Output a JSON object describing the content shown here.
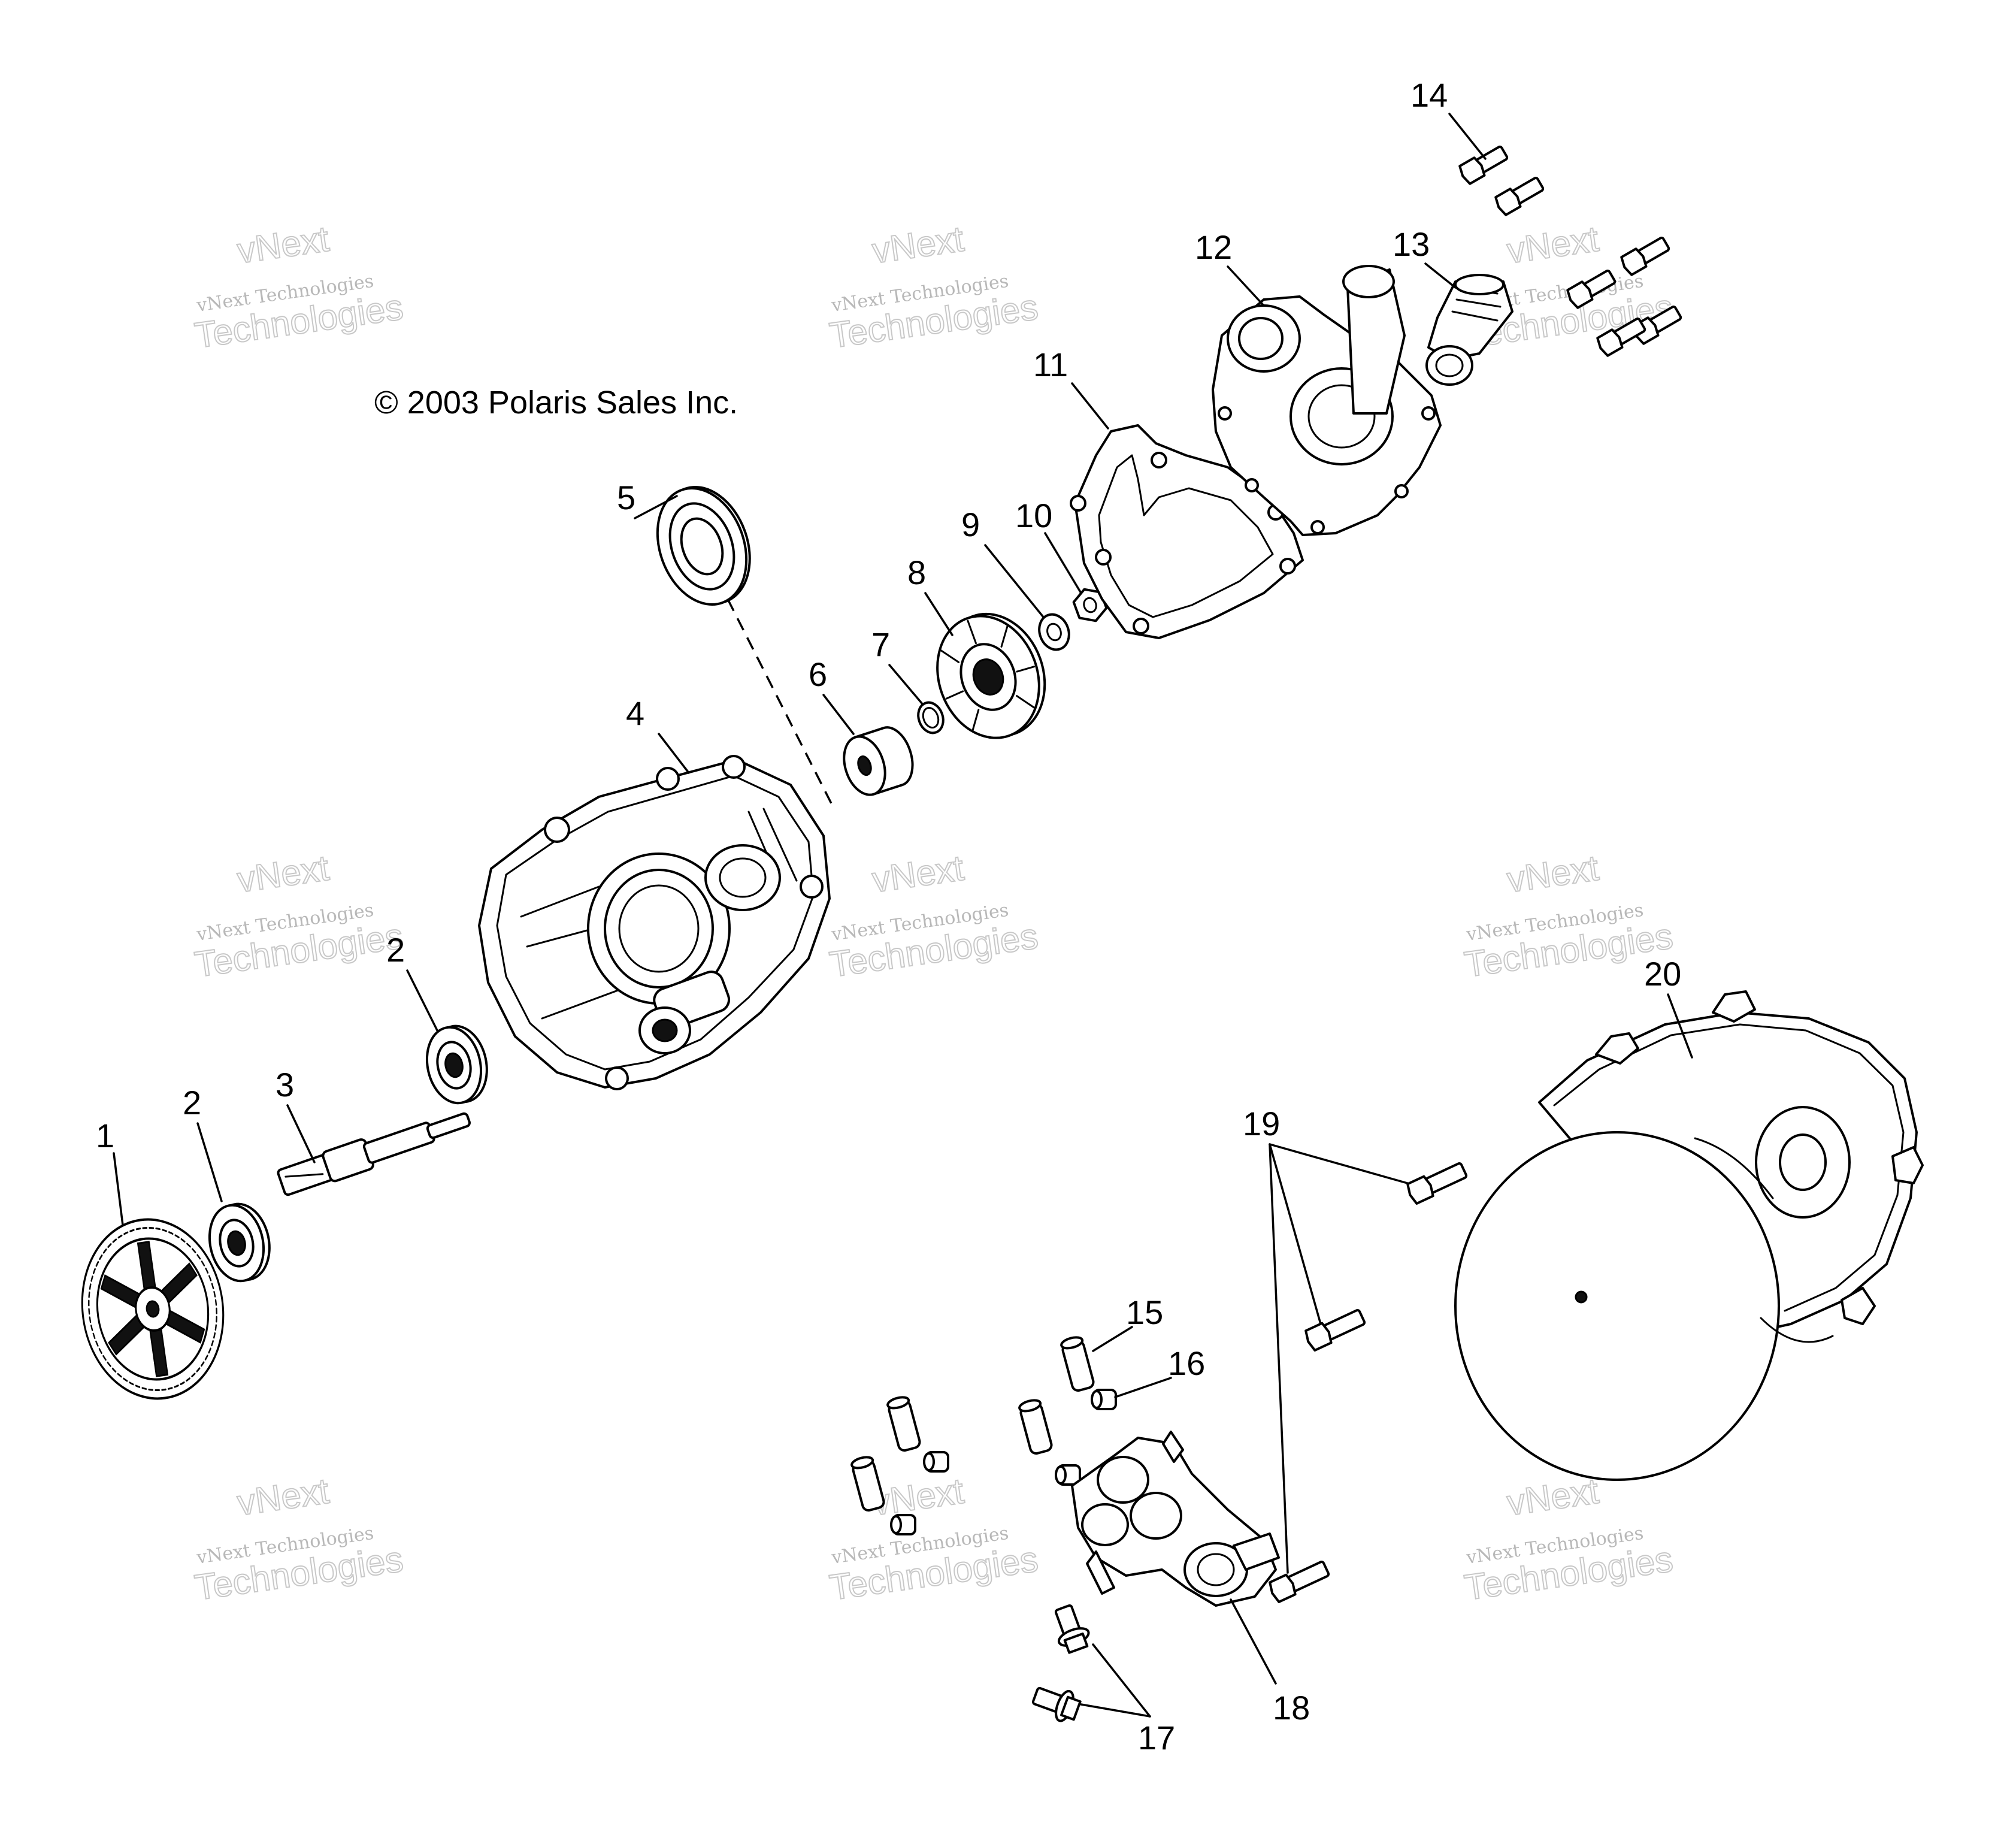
{
  "copyright": "© 2003 Polaris Sales Inc.",
  "watermark": {
    "line1": "vNext",
    "line2": "vNext Technologies",
    "line3": "Technologies"
  },
  "callouts": {
    "c1": "1",
    "c2a": "2",
    "c2b": "2",
    "c3": "3",
    "c4": "4",
    "c5": "5",
    "c6": "6",
    "c7": "7",
    "c8": "8",
    "c9": "9",
    "c10": "10",
    "c11": "11",
    "c12": "12",
    "c13": "13",
    "c14": "14",
    "c15": "15",
    "c16": "16",
    "c17": "17",
    "c18": "18",
    "c19": "19",
    "c20": "20"
  }
}
